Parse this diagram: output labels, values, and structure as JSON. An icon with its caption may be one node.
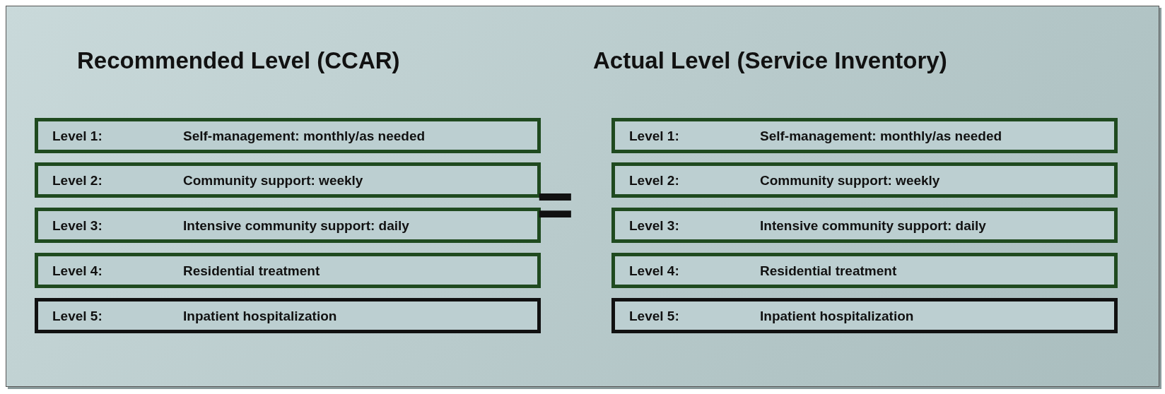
{
  "diagram": {
    "nodes": [
      {
        "text": [
          "Level 1:",
          "Self-management: monthly/as needed"
        ]
      },
      {
        "text": [
          "Level 2:",
          "Community support: weekly"
        ]
      },
      {
        "text": [
          "Level 3:",
          "Intensive community support: daily"
        ]
      },
      {
        "text": [
          "Level 4:",
          "Residential treatment"
        ]
      },
      {
        "text": [
          "Level 5:",
          "Inpatient hospitalization"
        ]
      },
      {
        "text": [
          "Level 1:",
          "Self-management: monthly/as needed"
        ]
      },
      {
        "text": [
          "Level 2:",
          "Community support: weekly"
        ]
      },
      {
        "text": [
          "Level 3:",
          "Intensive community support: daily"
        ]
      },
      {
        "text": [
          "Level 4:",
          "Residential treatment"
        ]
      },
      {
        "text": [
          "Level 5:",
          "Inpatient hospitalization"
        ]
      }
    ],
    "edges": [],
    "labels": [
      "Recommended Level (CCAR)",
      "Actual Level (Service Inventory)",
      "="
    ]
  }
}
